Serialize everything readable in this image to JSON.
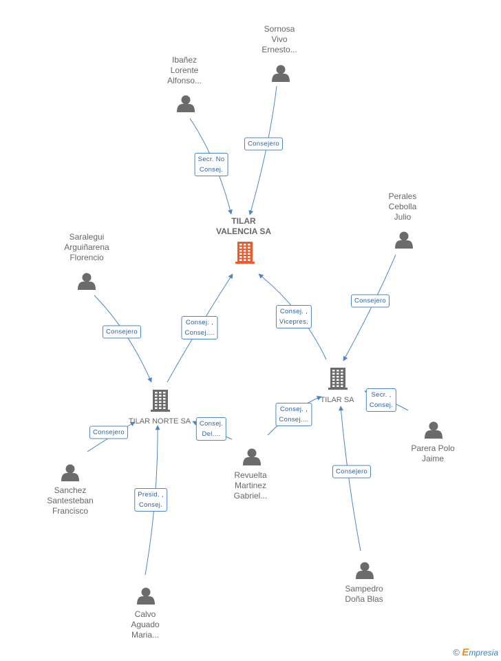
{
  "nodes": {
    "tilar_valencia": {
      "label": "TILAR\nVALENCIA SA",
      "kind": "company",
      "main": true
    },
    "tilar_norte": {
      "label": "TILAR NORTE SA",
      "kind": "company"
    },
    "tilar": {
      "label": "TILAR SA",
      "kind": "company"
    },
    "sornosa": {
      "label": "Sornosa\nVivo\nErnesto...",
      "kind": "person"
    },
    "ibanez": {
      "label": "Ibañez\nLorente\nAlfonso...",
      "kind": "person"
    },
    "perales": {
      "label": "Perales\nCebolla\nJulio",
      "kind": "person"
    },
    "saralegui": {
      "label": "Saralegui\nArguiñarena\nFlorencio",
      "kind": "person"
    },
    "sanchez": {
      "label": "Sanchez\nSantesteban\nFrancisco",
      "kind": "person"
    },
    "revuelta": {
      "label": "Revuelta\nMartinez\nGabriel...",
      "kind": "person"
    },
    "parera": {
      "label": "Parera Polo\nJaime",
      "kind": "person"
    },
    "sampedro": {
      "label": "Sampedro\nDoña Blas",
      "kind": "person"
    },
    "calvo": {
      "label": "Calvo\nAguado\nMaria...",
      "kind": "person"
    }
  },
  "edges": [
    {
      "from": "sornosa",
      "to": "tilar_valencia",
      "label": "Consejero"
    },
    {
      "from": "ibanez",
      "to": "tilar_valencia",
      "label": "Secr.  No\nConsej."
    },
    {
      "from": "tilar_norte",
      "to": "tilar_valencia",
      "label": "Consej. ,\nConsej...."
    },
    {
      "from": "tilar",
      "to": "tilar_valencia",
      "label": "Consej. ,\nVicepres."
    },
    {
      "from": "perales",
      "to": "tilar",
      "label": "Consejero"
    },
    {
      "from": "saralegui",
      "to": "tilar_norte",
      "label": "Consejero"
    },
    {
      "from": "sanchez",
      "to": "tilar_norte",
      "label": "Consejero"
    },
    {
      "from": "revuelta",
      "to": "tilar_norte",
      "label": "Consej.\nDel...."
    },
    {
      "from": "calvo",
      "to": "tilar_norte",
      "label": "Presid. ,\nConsej."
    },
    {
      "from": "revuelta",
      "to": "tilar",
      "label": "Consej. ,\nConsej...."
    },
    {
      "from": "parera",
      "to": "tilar",
      "label": "Secr. ,\nConsej."
    },
    {
      "from": "sampedro",
      "to": "tilar",
      "label": "Consejero"
    }
  ],
  "colors": {
    "edge": "#4a86c8",
    "label_text": "#2a5fa8",
    "icon_gray": "#6b6b6b",
    "main_company": "#f05a28"
  },
  "footer": {
    "copyright": "©",
    "brand_initial": "E",
    "brand_rest": "mpresia"
  }
}
